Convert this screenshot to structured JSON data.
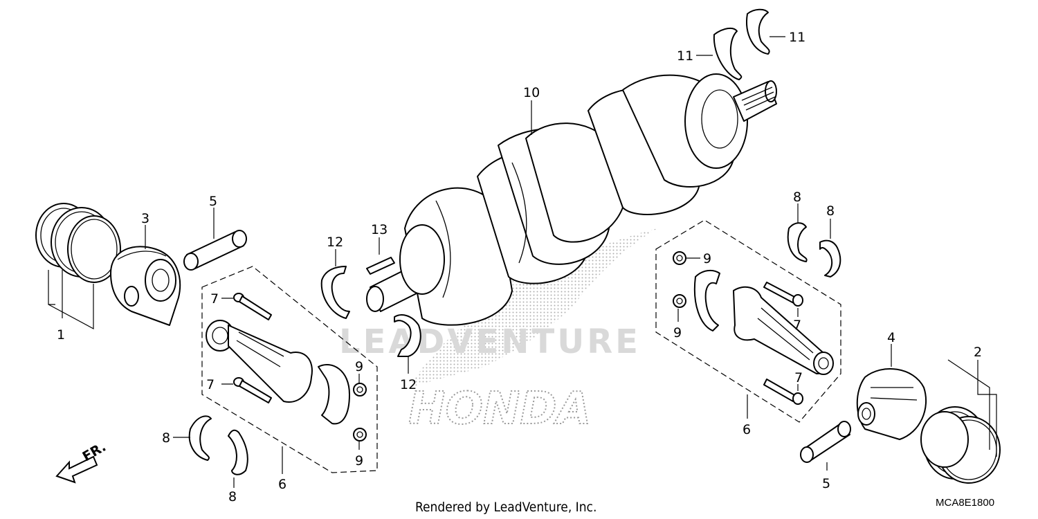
{
  "diagram": {
    "brand_watermark": "HONDA",
    "vendor_watermark": "LEADVENTURE",
    "footer_text": "Rendered by LeadVenture, Inc.",
    "diagram_code": "MCA8E1800",
    "front_label": "FR.",
    "callouts": {
      "c1": "1",
      "c2": "2",
      "c3": "3",
      "c4": "4",
      "c5a": "5",
      "c5b": "5",
      "c6a": "6",
      "c6b": "6",
      "c7a": "7",
      "c7b": "7",
      "c7c": "7",
      "c7d": "7",
      "c8a": "8",
      "c8b": "8",
      "c8c": "8",
      "c8d": "8",
      "c9a": "9",
      "c9b": "9",
      "c9c": "9",
      "c9d": "9",
      "c10": "10",
      "c11a": "11",
      "c11b": "11",
      "c12a": "12",
      "c12b": "12",
      "c13": "13"
    }
  }
}
